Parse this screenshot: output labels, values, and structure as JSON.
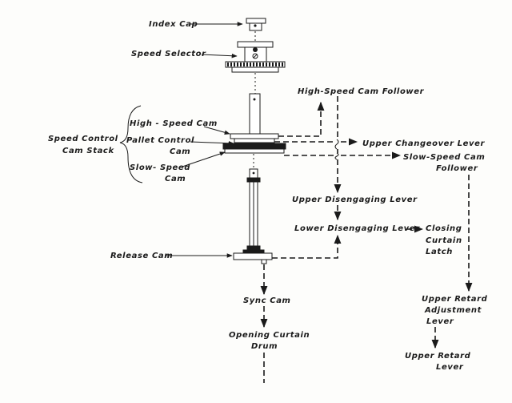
{
  "diagram": {
    "title": "Shutter speed control mechanism",
    "colors": {
      "ink": "#1a1a1a",
      "paper": "#fdfdfb"
    },
    "labels": {
      "index_cap": "Index Cap",
      "speed_selector": "Speed Selector",
      "high_speed_cam_follower": "High-Speed Cam Follower",
      "speed_control_cam_stack_1": "Speed Control",
      "speed_control_cam_stack_2": "Cam Stack",
      "high_speed_cam": "High - Speed Cam",
      "pallet_control_cam_1": "Pallet Control",
      "pallet_control_cam_2": "Cam",
      "slow_speed_cam_1": "Slow- Speed",
      "slow_speed_cam_2": "Cam",
      "upper_changeover_lever": "Upper Changeover Lever",
      "slow_speed_cam_follower_1": "Slow-Speed Cam",
      "slow_speed_cam_follower_2": "Follower",
      "upper_disengaging_lever": "Upper Disengaging Lever",
      "lower_disengaging_lever": "Lower Disengaging Lever",
      "closing_curtain_latch_1": "Closing",
      "closing_curtain_latch_2": "Curtain",
      "closing_curtain_latch_3": "Latch",
      "release_cam": "Release Cam",
      "sync_cam": "Sync Cam",
      "opening_curtain_drum_1": "Opening Curtain",
      "opening_curtain_drum_2": "Drum",
      "upper_retard_adjustment_lever_1": "Upper Retard",
      "upper_retard_adjustment_lever_2": "Adjustment",
      "upper_retard_adjustment_lever_3": "Lever",
      "upper_retard_lever_1": "Upper Retard",
      "upper_retard_lever_2": "Lever"
    }
  }
}
